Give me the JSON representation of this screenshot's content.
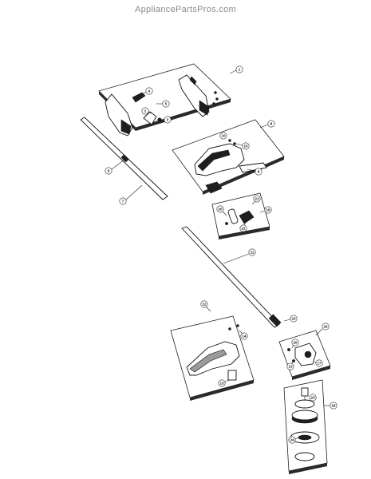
{
  "watermark": {
    "text": "AppliancePartsPros.com"
  },
  "callouts": [
    {
      "id": "c1",
      "label": "1"
    },
    {
      "id": "c2",
      "label": "2"
    },
    {
      "id": "c3",
      "label": "3"
    },
    {
      "id": "c4",
      "label": "4"
    },
    {
      "id": "c5",
      "label": "5"
    },
    {
      "id": "c6",
      "label": "6"
    },
    {
      "id": "c7",
      "label": "7"
    },
    {
      "id": "c8",
      "label": "8"
    },
    {
      "id": "c9",
      "label": "9"
    },
    {
      "id": "c10",
      "label": "10"
    },
    {
      "id": "c10b",
      "label": "10"
    },
    {
      "id": "c11",
      "label": "11"
    },
    {
      "id": "c12",
      "label": "12"
    },
    {
      "id": "c13",
      "label": "13"
    },
    {
      "id": "c13b",
      "label": "13"
    },
    {
      "id": "c14",
      "label": "14"
    },
    {
      "id": "c15",
      "label": "15"
    },
    {
      "id": "c16",
      "label": "16"
    },
    {
      "id": "c17",
      "label": "17"
    },
    {
      "id": "c18",
      "label": "18"
    },
    {
      "id": "c19",
      "label": "19"
    },
    {
      "id": "c20",
      "label": "20"
    },
    {
      "id": "c20b",
      "label": "20"
    },
    {
      "id": "c21",
      "label": "21"
    },
    {
      "id": "c22",
      "label": "22"
    },
    {
      "id": "c23",
      "label": "23"
    },
    {
      "id": "c24",
      "label": "24"
    }
  ]
}
